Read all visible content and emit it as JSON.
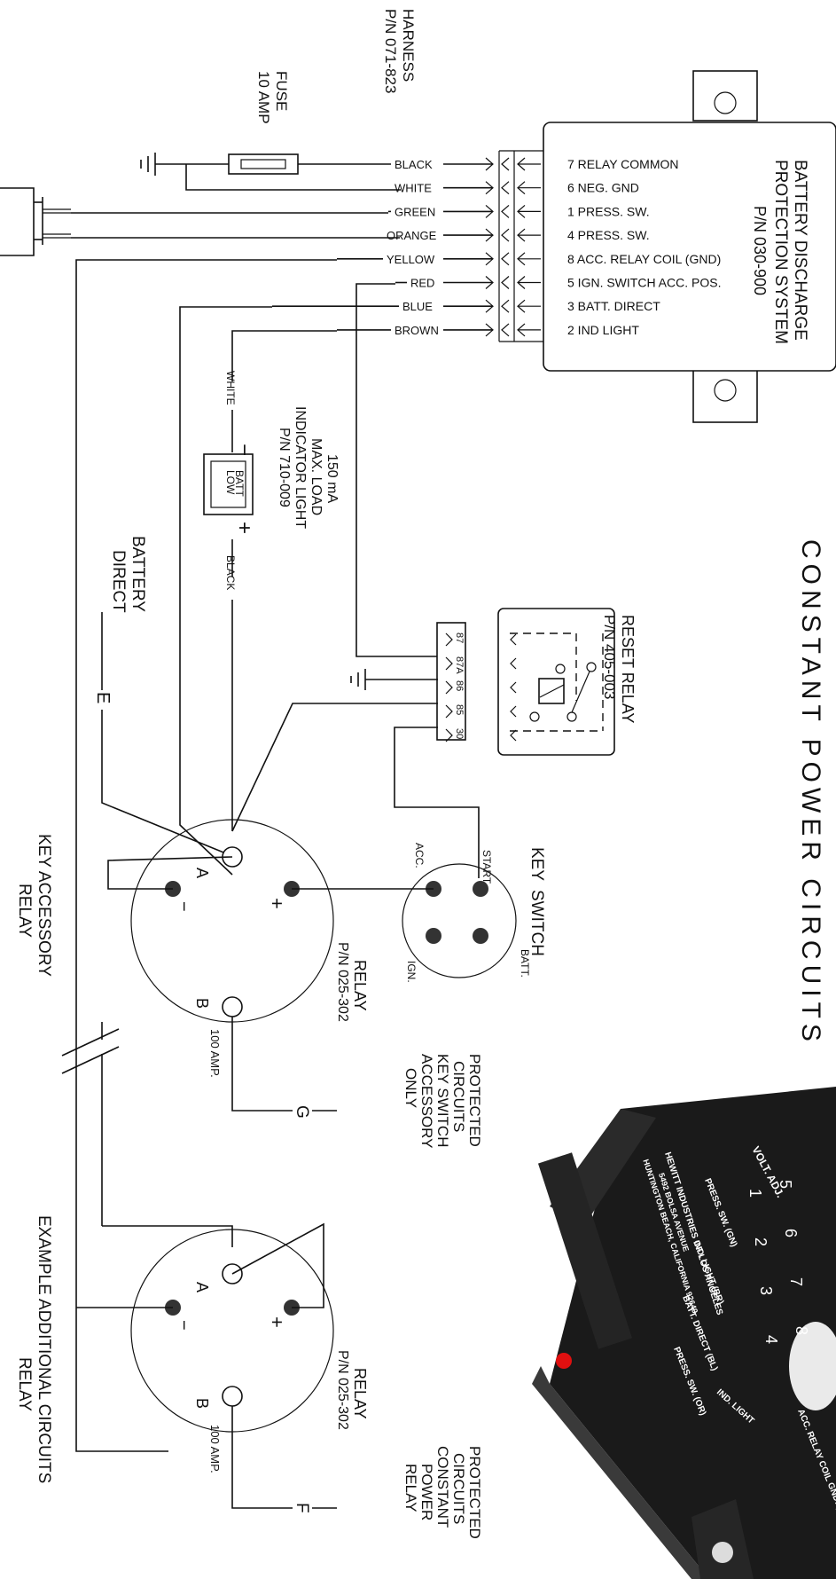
{
  "title": "CONSTANT POWER CIRCUITS",
  "harness": {
    "line1": "HARNESS",
    "line2": "P/N 071-823"
  },
  "fuse": {
    "line1": "FUSE",
    "line2": "10 AMP"
  },
  "module": {
    "line1": "BATTERY DISCHARGE",
    "line2": "PROTECTION SYSTEM",
    "line3": "P/N 030-900",
    "pins": [
      {
        "label": "7  RELAY COMMON",
        "wire": "BLACK"
      },
      {
        "label": "6  NEG. GND",
        "wire": "WHITE"
      },
      {
        "label": "1  PRESS. SW.",
        "wire": "GREEN"
      },
      {
        "label": "4  PRESS. SW.",
        "wire": "ORANGE"
      },
      {
        "label": "8  ACC. RELAY COIL (GND)",
        "wire": "YELLOW"
      },
      {
        "label": "5  IGN. SWITCH ACC. POS.",
        "wire": "RED"
      },
      {
        "label": "3  BATT. DIRECT",
        "wire": "BLUE"
      },
      {
        "label": "2  IND LIGHT",
        "wire": "BROWN"
      }
    ]
  },
  "indicator": {
    "line1": "150 mA",
    "line2": "MAX. LOAD",
    "line3": "INDICATOR LIGHT",
    "line4": "P/N 710-009",
    "lamp1": "LOW",
    "lamp2": "BATT",
    "wire_neg": "WHITE",
    "wire_pos": "BLACK",
    "minus": "−",
    "plus": "+"
  },
  "reset_relay": {
    "line1": "RESET RELAY",
    "line2": "P/N 405-003",
    "pins": [
      "87",
      "87A",
      "86",
      "85",
      "30"
    ]
  },
  "battery_direct": {
    "line1": "BATTERY",
    "line2": "DIRECT",
    "tag": "E"
  },
  "key_switch": {
    "line1": "KEY",
    "line2": "SWITCH",
    "start": "START",
    "acc": "ACC.",
    "ign": "IGN.",
    "batt": "BATT."
  },
  "relay1": {
    "line1": "RELAY",
    "line2": "P/N 025-302",
    "a": "A",
    "b": "B",
    "minus": "−",
    "plus": "+",
    "amp": "100 AMP.",
    "name1": "KEY ACCESSORY",
    "name2": "RELAY"
  },
  "protected1": {
    "line1": "PROTECTED",
    "line2": "CIRCUITS",
    "line3": "KEY SWITCH",
    "line4": "ACCESSORY",
    "line5": "ONLY",
    "tag": "G"
  },
  "relay2": {
    "line1": "RELAY",
    "line2": "P/N 025-302",
    "a": "A",
    "b": "B",
    "minus": "−",
    "plus": "+",
    "amp": "100 AMP.",
    "name1": "EXAMPLE ADDITIONAL CIRCUITS",
    "name2": "RELAY"
  },
  "protected2": {
    "line1": "PROTECTED",
    "line2": "CIRCUITS",
    "line3": "CONSTANT",
    "line4": "POWER",
    "line5": "RELAY",
    "tag": "F"
  },
  "photo": {
    "volt_adj": "VOLT. ADJ.",
    "label_press": "PRESS. SW. (GN)",
    "label_ind": "IND. LIGHT (BR)",
    "label_batt": "BATT. DIRECT (BL)",
    "label_press2": "PRESS. SW. (OR)",
    "label_acc": "ACC. RELAY COIL GND. (YL)",
    "ind_light": "IND. LIGHT",
    "maker1": "HEWITT INDUSTRIES OF LOS ANGELES",
    "maker2": "5492 BOLSA AVENUE",
    "maker3": "HUNTINGTON BEACH, CALIFORNIA 92649",
    "pins_top": [
      "5",
      "6",
      "7",
      "8"
    ],
    "pins_bottom": [
      "1",
      "2",
      "3",
      "4"
    ]
  }
}
